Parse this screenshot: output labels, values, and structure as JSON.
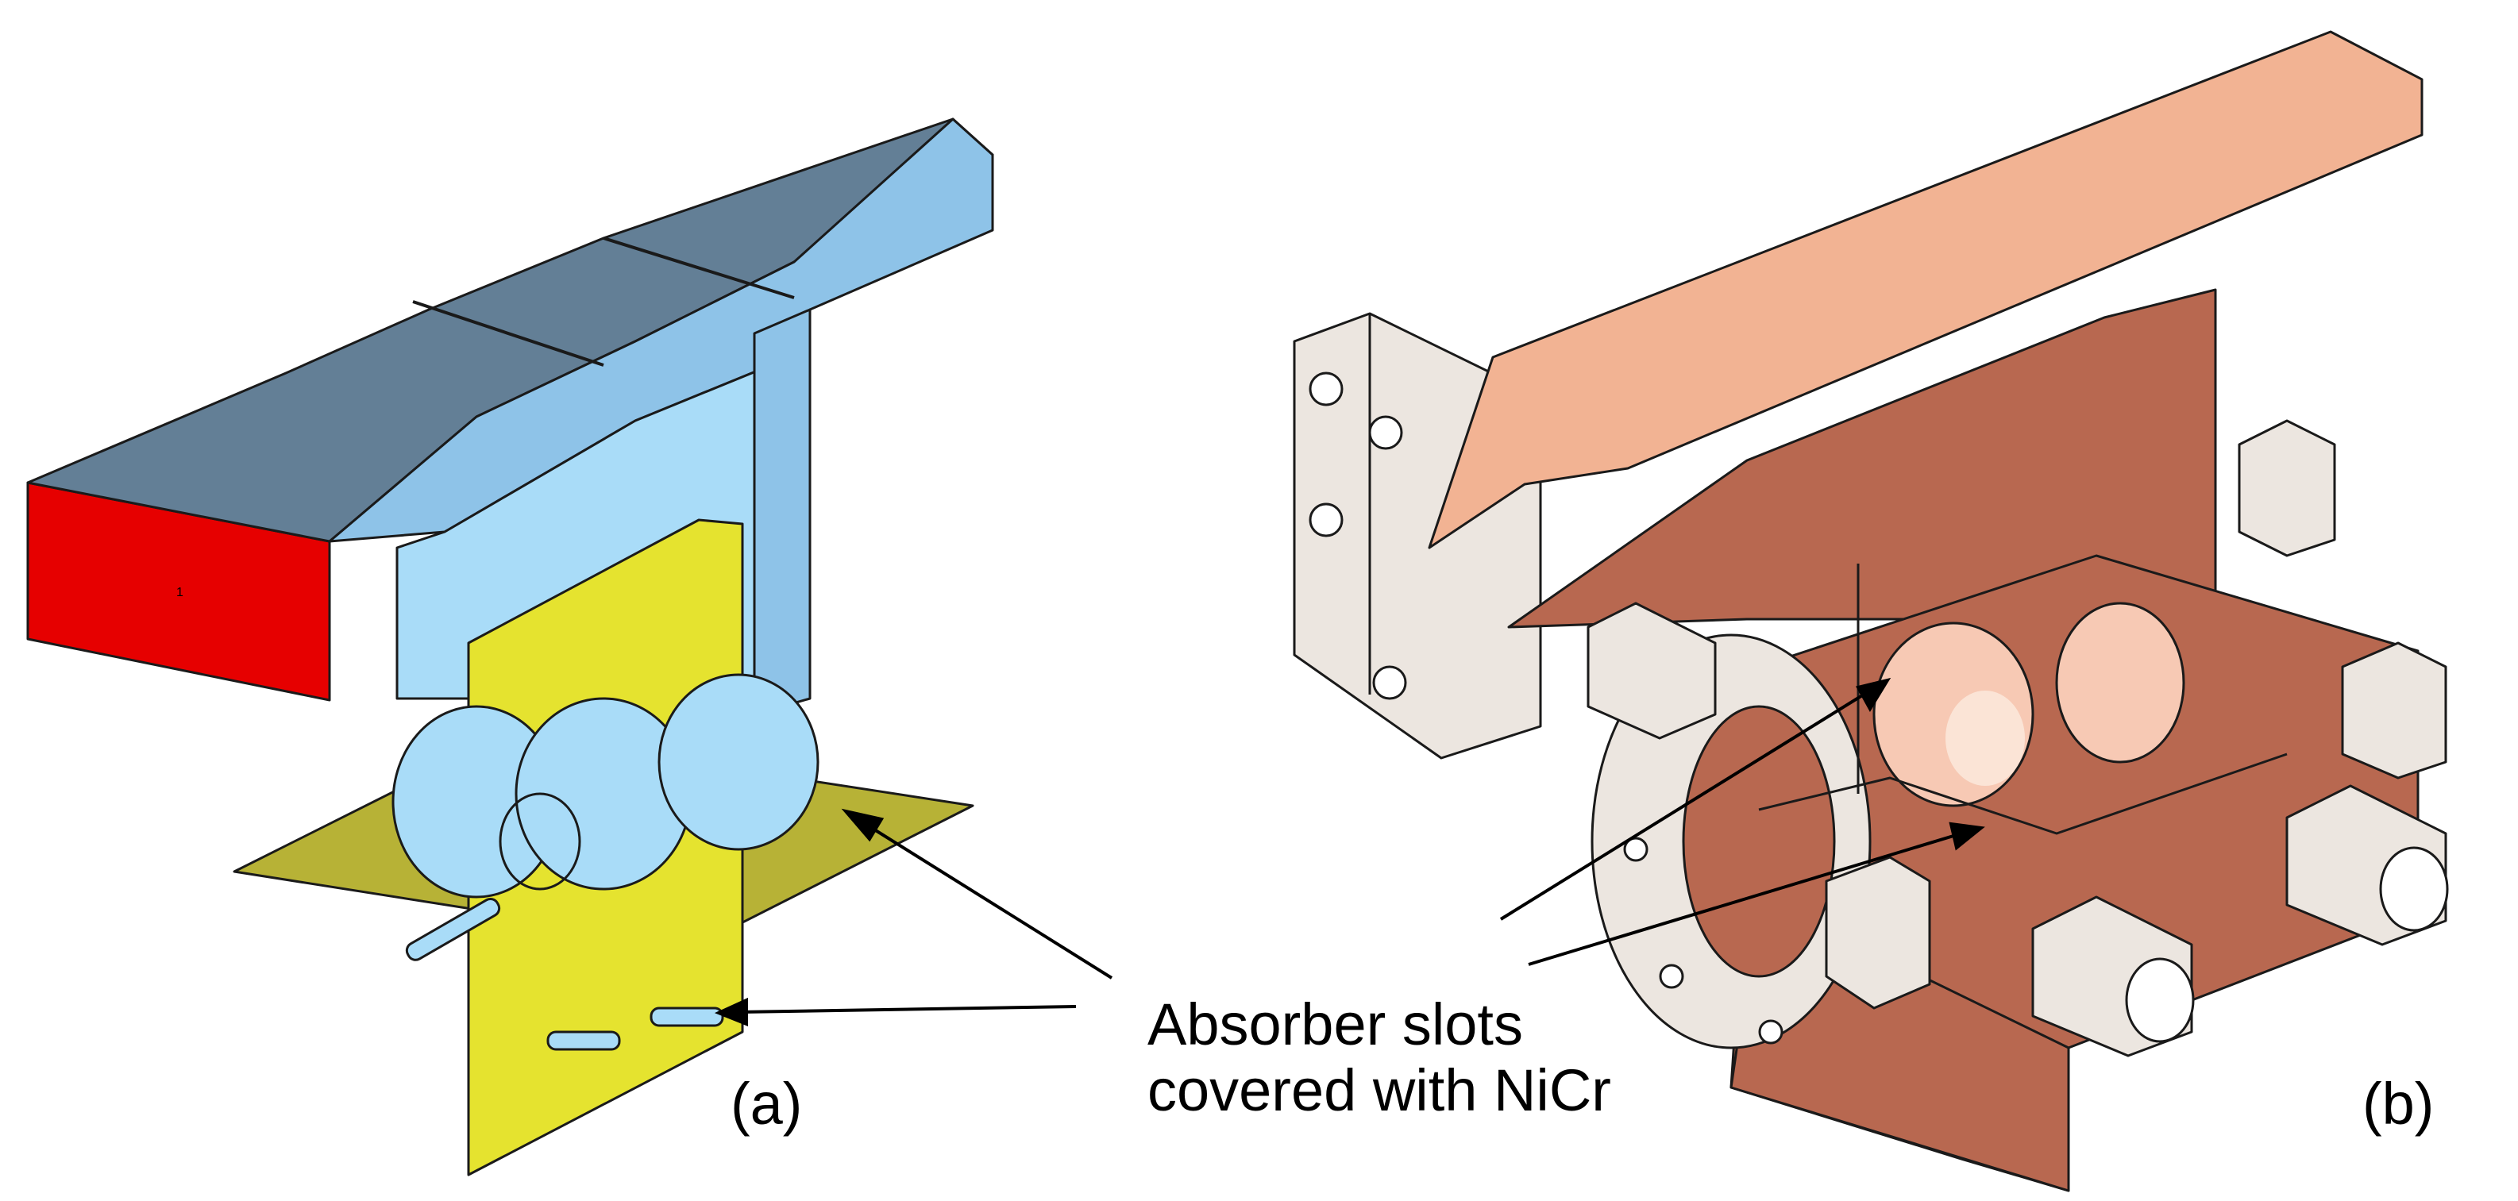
{
  "panels": {
    "a": {
      "label": "(a)"
    },
    "b": {
      "label": "(b)"
    }
  },
  "callout": {
    "line1": "Absorber slots",
    "line2": "covered with NiCr"
  },
  "port_marker": "1",
  "colors": {
    "waveguide_top": "#637f96",
    "waveguide_side": "#8ec3e8",
    "cavity_light": "#a9dcf8",
    "port_face": "#e60000",
    "absorber_yellow": "#e5e32f",
    "absorber_olive": "#b7b236",
    "copper_light": "#f2b393",
    "copper_dark": "#b86850",
    "flange_white": "#ece6e0",
    "outline": "#1a1a1a"
  }
}
